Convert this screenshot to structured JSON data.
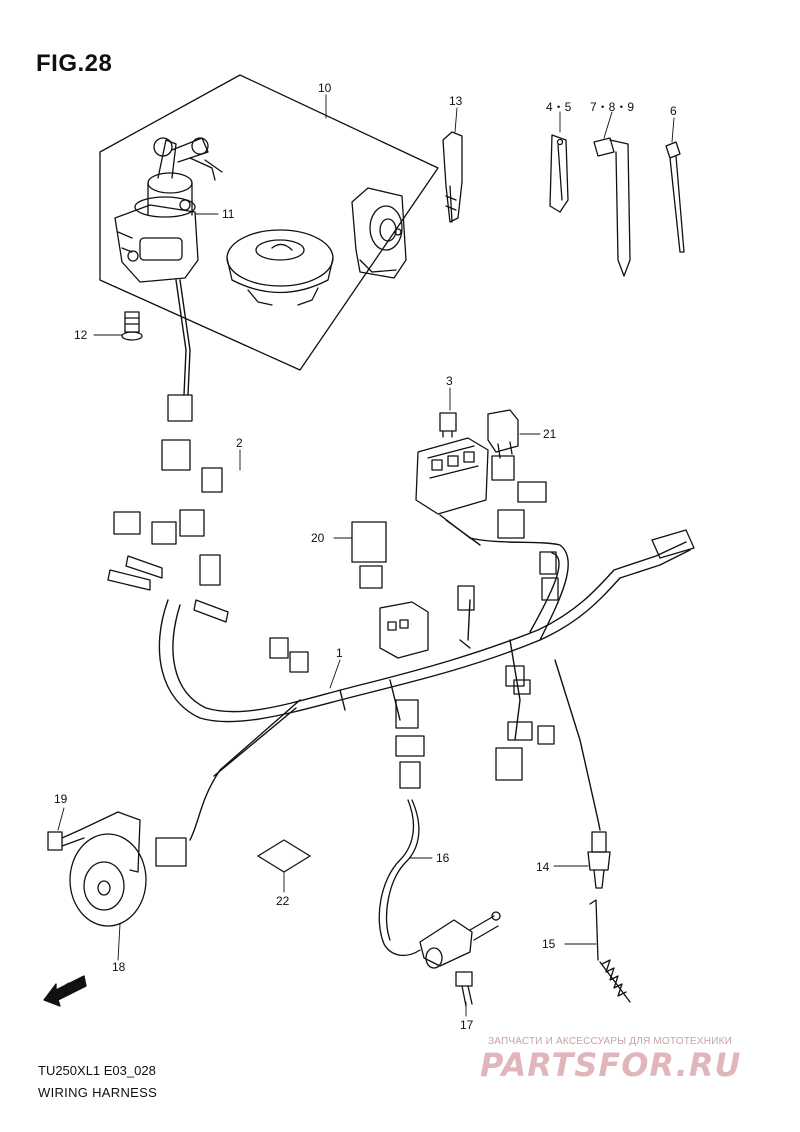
{
  "figure": {
    "title": "FIG.28"
  },
  "callouts": {
    "c1": "1",
    "c2": "2",
    "c3": "3",
    "c45": "4・5",
    "c6": "6",
    "c789": "7・8・9",
    "c10": "10",
    "c11": "11",
    "c12": "12",
    "c13": "13",
    "c14": "14",
    "c15": "15",
    "c16": "16",
    "c17": "17",
    "c18": "18",
    "c19": "19",
    "c20": "20",
    "c21": "21",
    "c22": "22"
  },
  "footer": {
    "model_code": "TU250XL1  E03_028",
    "section_name": "WIRING HARNESS"
  },
  "direction_marker": {
    "label": "FWD",
    "icon": "forward-arrow-icon"
  },
  "watermark": {
    "tagline": "ЗАПЧАСТИ И АКСЕССУАРЫ ДЛЯ МОТОТЕХНИКИ",
    "logo_text": "PARTSFOR.RU",
    "color": "#e1b6bb"
  }
}
